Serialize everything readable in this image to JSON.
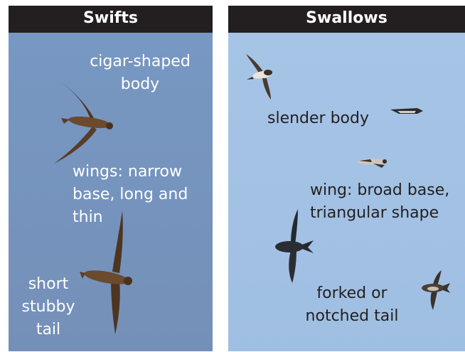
{
  "swifts": {
    "title": "Swifts",
    "labels": {
      "body": [
        "cigar-shaped",
        "body"
      ],
      "wings": [
        "wings: narrow",
        "base, long and",
        "thin"
      ],
      "tail": [
        "short",
        "stubby",
        "tail"
      ]
    }
  },
  "swallows": {
    "title": "Swallows",
    "labels": {
      "body": [
        "slender body"
      ],
      "wing": [
        "wing: broad base,",
        "triangular shape"
      ],
      "tail": [
        "forked or",
        "notched tail"
      ]
    }
  },
  "colors": {
    "header_bg": "#231f20",
    "swifts_sky": "#7798c2",
    "swallows_sky": "#a5c4e6",
    "swift_bird": "#5a3d25",
    "swallow_bird": "#2a2e33"
  }
}
